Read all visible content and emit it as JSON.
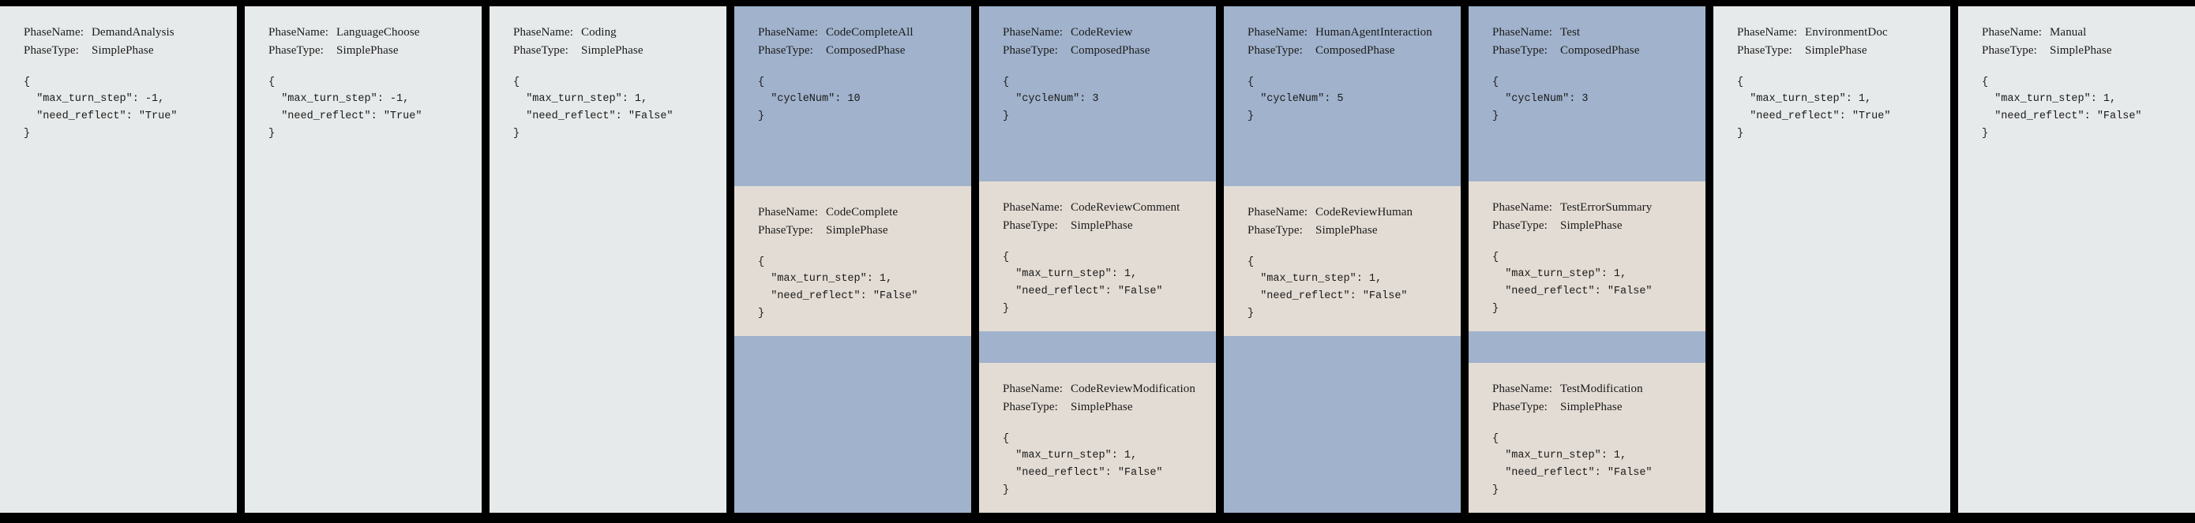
{
  "meta": {
    "label_phase_name": "PhaseName:",
    "label_phase_type": "PhaseType:",
    "brace_open": "{",
    "brace_close": "}",
    "colors": {
      "background": "#000000",
      "simple_card": "#e7eaea",
      "composed_card": "#a0b2cc",
      "sub_card": "#e3dcd4",
      "text": "#1a1a1a"
    }
  },
  "columns": [
    {
      "kind": "simple",
      "head": {
        "phase_name": "DemandAnalysis",
        "phase_type": "SimplePhase",
        "json_lines": [
          "{",
          "  \"max_turn_step\": -1,",
          "  \"need_reflect\": \"True\"",
          "}"
        ],
        "max_turn_step": -1,
        "need_reflect": "True"
      },
      "subs": []
    },
    {
      "kind": "simple",
      "head": {
        "phase_name": "LanguageChoose",
        "phase_type": "SimplePhase",
        "json_lines": [
          "{",
          "  \"max_turn_step\": -1,",
          "  \"need_reflect\": \"True\"",
          "}"
        ],
        "max_turn_step": -1,
        "need_reflect": "True"
      },
      "subs": []
    },
    {
      "kind": "simple",
      "head": {
        "phase_name": "Coding",
        "phase_type": "SimplePhase",
        "json_lines": [
          "{",
          "  \"max_turn_step\": 1,",
          "  \"need_reflect\": \"False\"",
          "}"
        ],
        "max_turn_step": 1,
        "need_reflect": "False"
      },
      "subs": []
    },
    {
      "kind": "composed",
      "head": {
        "phase_name": "CodeCompleteAll",
        "phase_type": "ComposedPhase",
        "json_lines": [
          "{",
          "  \"cycleNum\": 10",
          "}"
        ],
        "cycleNum": 10
      },
      "subs": [
        {
          "phase_name": "CodeComplete",
          "phase_type": "SimplePhase",
          "json_lines": [
            "{",
            "  \"max_turn_step\": 1,",
            "  \"need_reflect\": \"False\"",
            "}"
          ],
          "max_turn_step": 1,
          "need_reflect": "False"
        }
      ]
    },
    {
      "kind": "composed",
      "head": {
        "phase_name": "CodeReview",
        "phase_type": "ComposedPhase",
        "json_lines": [
          "{",
          "  \"cycleNum\": 3",
          "}"
        ],
        "cycleNum": 3
      },
      "subs": [
        {
          "phase_name": "CodeReviewComment",
          "phase_type": "SimplePhase",
          "json_lines": [
            "{",
            "  \"max_turn_step\": 1,",
            "  \"need_reflect\": \"False\"",
            "}"
          ],
          "max_turn_step": 1,
          "need_reflect": "False"
        },
        {
          "phase_name": "CodeReviewModification",
          "phase_type": "SimplePhase",
          "json_lines": [
            "{",
            "  \"max_turn_step\": 1,",
            "  \"need_reflect\": \"False\"",
            "}"
          ],
          "max_turn_step": 1,
          "need_reflect": "False"
        }
      ]
    },
    {
      "kind": "composed",
      "head": {
        "phase_name": "HumanAgentInteraction",
        "phase_type": "ComposedPhase",
        "json_lines": [
          "{",
          "  \"cycleNum\": 5",
          "}"
        ],
        "cycleNum": 5
      },
      "subs": [
        {
          "phase_name": "CodeReviewHuman",
          "phase_type": "SimplePhase",
          "json_lines": [
            "{",
            "  \"max_turn_step\": 1,",
            "  \"need_reflect\": \"False\"",
            "}"
          ],
          "max_turn_step": 1,
          "need_reflect": "False"
        }
      ]
    },
    {
      "kind": "composed",
      "head": {
        "phase_name": "Test",
        "phase_type": "ComposedPhase",
        "json_lines": [
          "{",
          "  \"cycleNum\": 3",
          "}"
        ],
        "cycleNum": 3
      },
      "subs": [
        {
          "phase_name": "TestErrorSummary",
          "phase_type": "SimplePhase",
          "json_lines": [
            "{",
            "  \"max_turn_step\": 1,",
            "  \"need_reflect\": \"False\"",
            "}"
          ],
          "max_turn_step": 1,
          "need_reflect": "False"
        },
        {
          "phase_name": "TestModification",
          "phase_type": "SimplePhase",
          "json_lines": [
            "{",
            "  \"max_turn_step\": 1,",
            "  \"need_reflect\": \"False\"",
            "}"
          ],
          "max_turn_step": 1,
          "need_reflect": "False"
        }
      ]
    },
    {
      "kind": "simple",
      "head": {
        "phase_name": "EnvironmentDoc",
        "phase_type": "SimplePhase",
        "json_lines": [
          "{",
          "  \"max_turn_step\": 1,",
          "  \"need_reflect\": \"True\"",
          "}"
        ],
        "max_turn_step": 1,
        "need_reflect": "True"
      },
      "subs": []
    },
    {
      "kind": "simple",
      "head": {
        "phase_name": "Manual",
        "phase_type": "SimplePhase",
        "json_lines": [
          "{",
          "  \"max_turn_step\": 1,",
          "  \"need_reflect\": \"False\"",
          "}"
        ],
        "max_turn_step": 1,
        "need_reflect": "False"
      },
      "subs": []
    }
  ]
}
